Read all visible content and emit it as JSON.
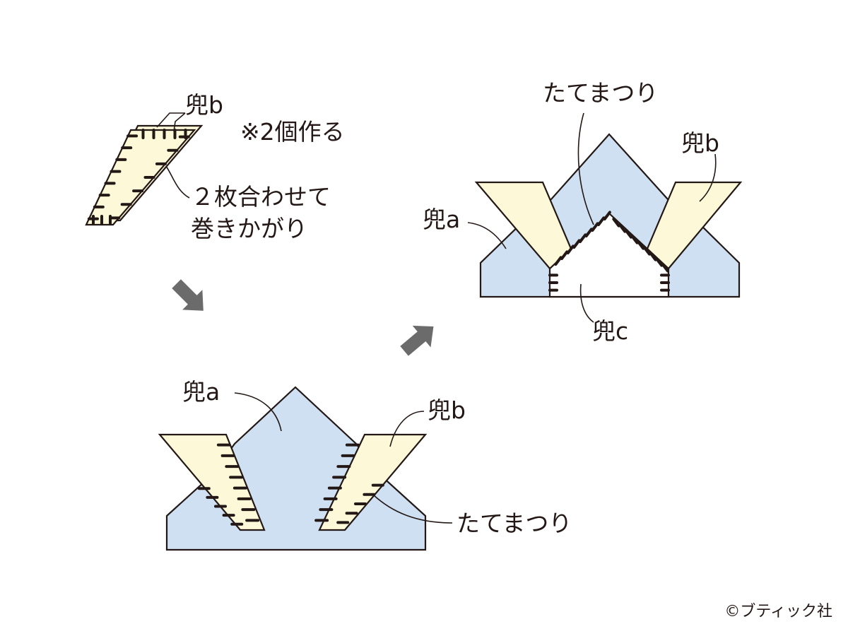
{
  "colors": {
    "blue_fill": "#cfe0f2",
    "cream_fill": "#fdf8d8",
    "line": "#231815",
    "arrow": "#6b6b6b",
    "white": "#ffffff"
  },
  "step1": {
    "label_piece": "兜b",
    "note": "※2個作る",
    "instruction_line1": "２枚合わせて",
    "instruction_line2": "巻きかがり"
  },
  "step2": {
    "label_a": "兜a",
    "label_b": "兜b",
    "label_stitch": "たてまつり"
  },
  "step3": {
    "label_stitch": "たてまつり",
    "label_a": "兜a",
    "label_b": "兜b",
    "label_c": "兜c"
  },
  "arrows": [
    "arrow-down-right",
    "arrow-up-right"
  ],
  "credit": "©ブティック社"
}
